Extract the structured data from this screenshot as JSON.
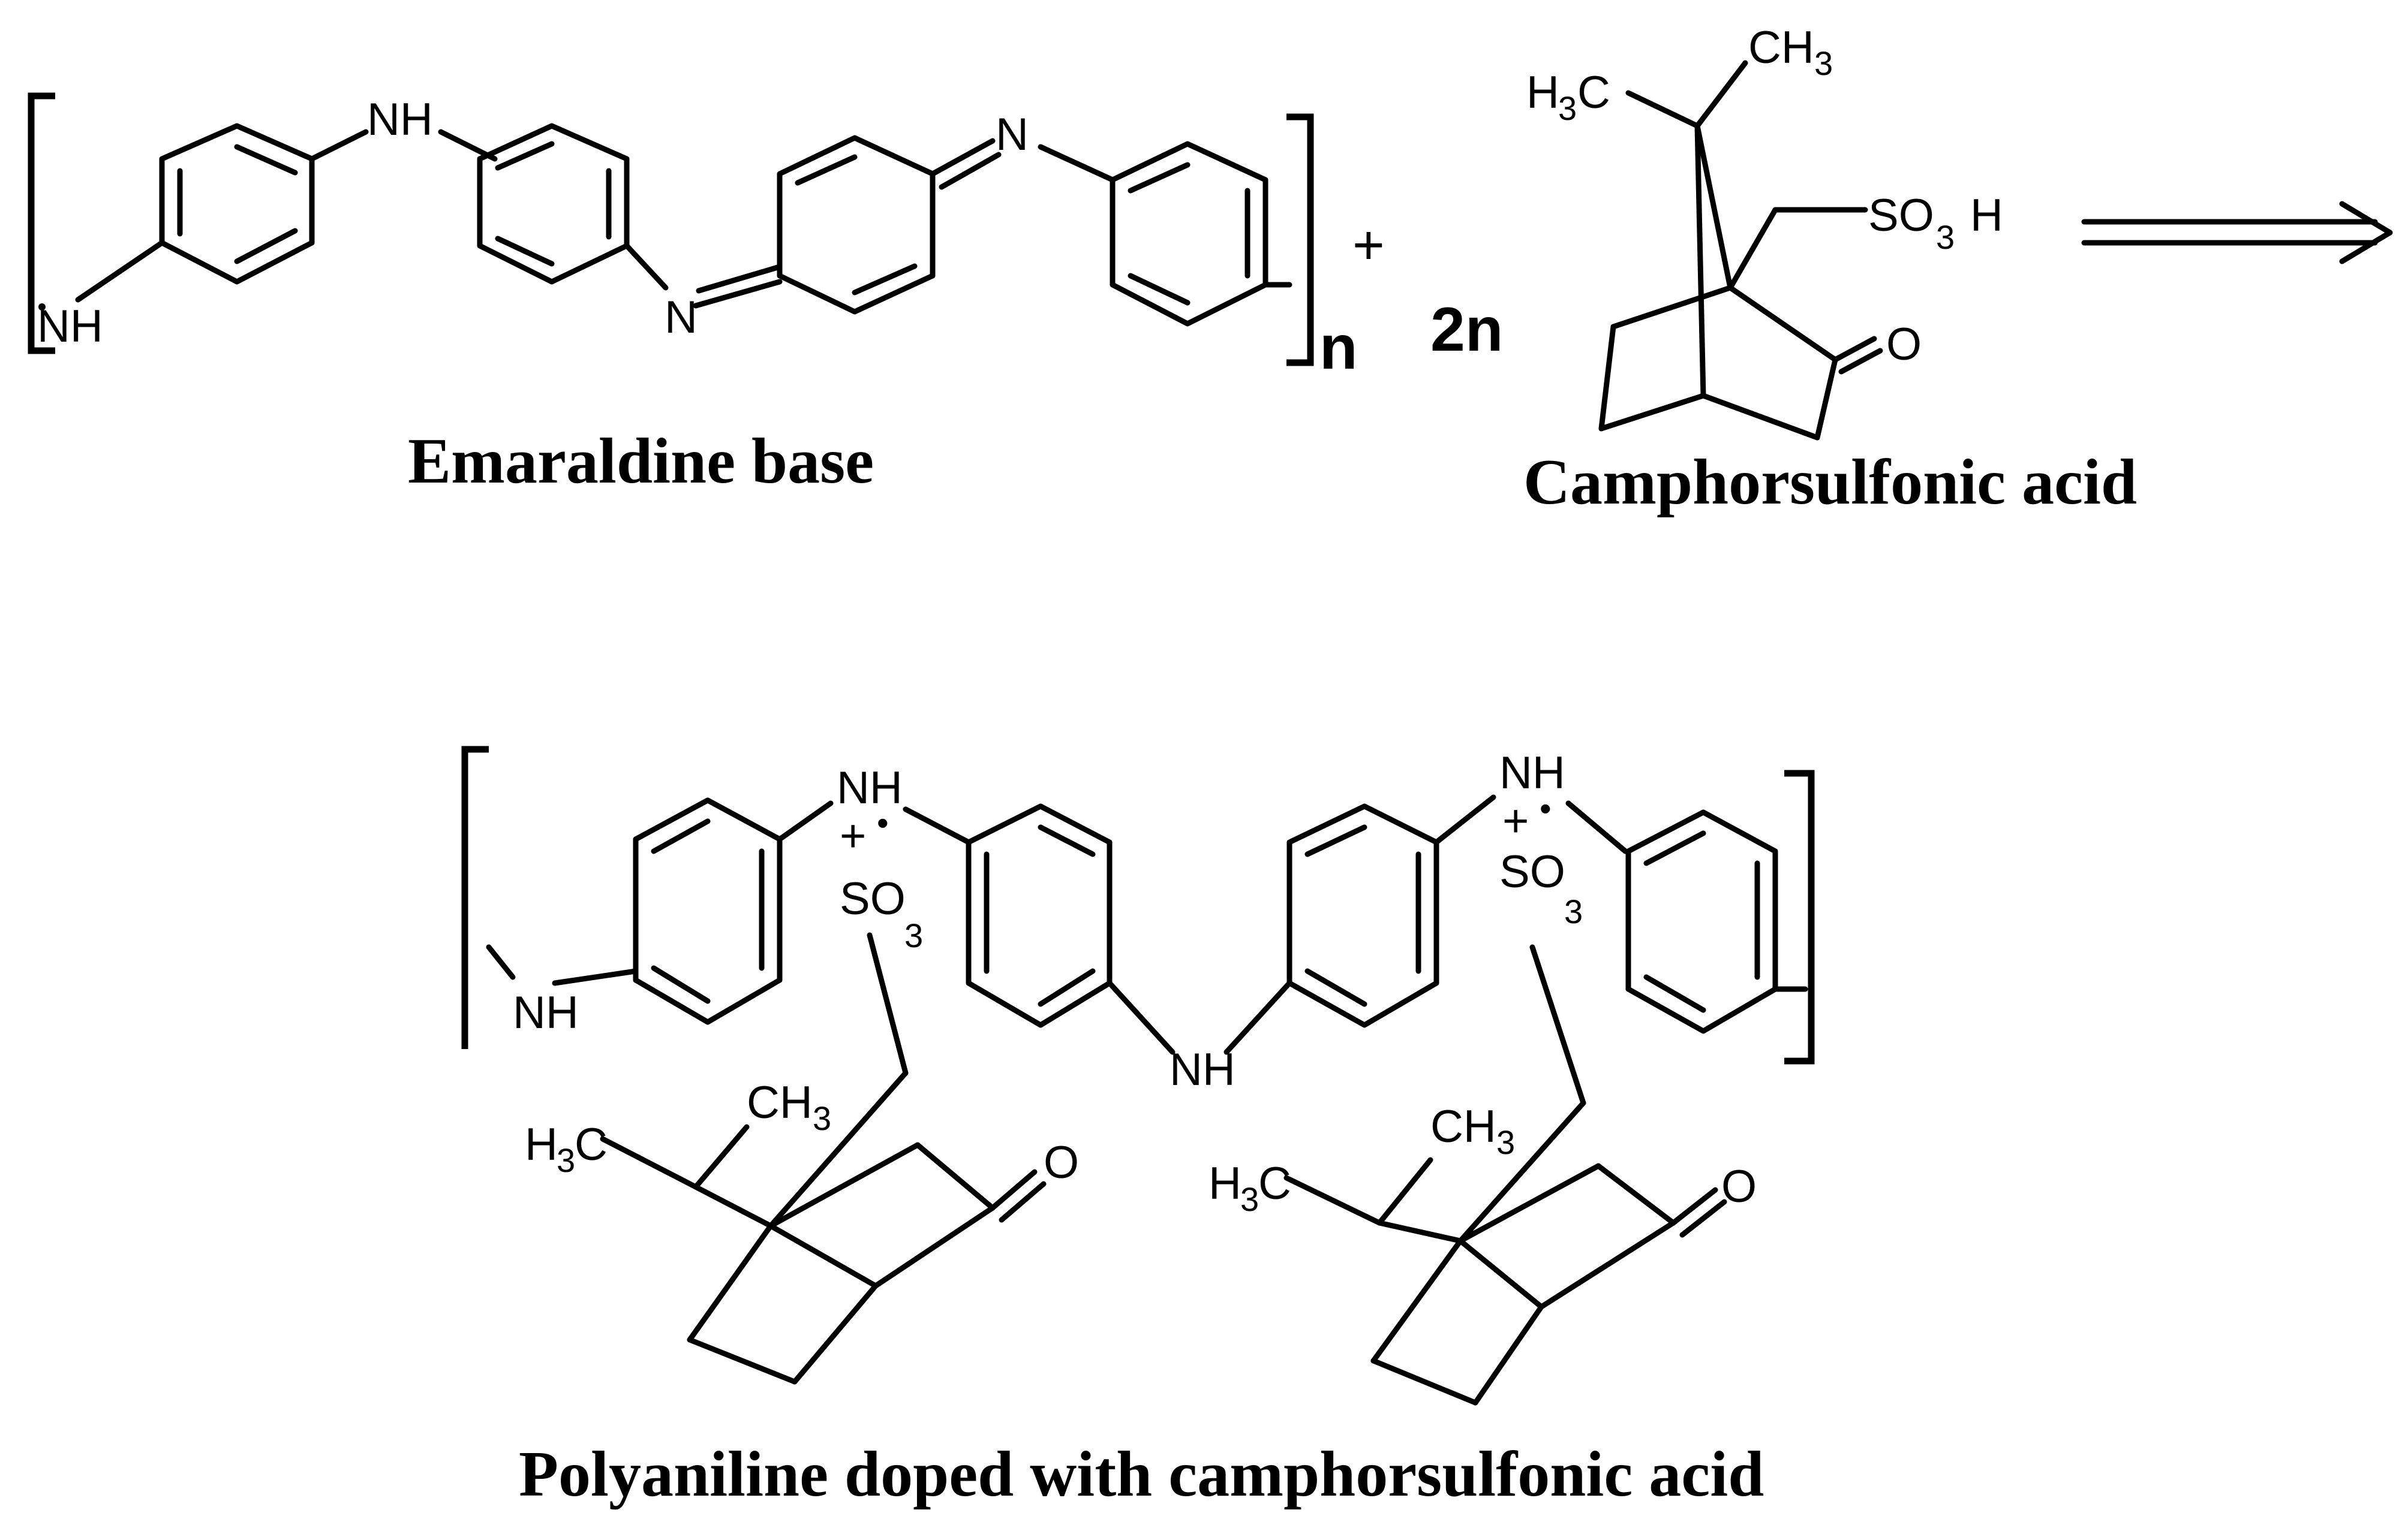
{
  "reactants": {
    "emeraldine": {
      "label": "Emaraldine base",
      "atoms": {
        "nh_terminal": "NH",
        "nh_bridge": "NH",
        "n_imine_1": "N",
        "n_imine_2": "N"
      },
      "repeat": "n"
    },
    "plus_sign": "+",
    "coefficient": "2n",
    "csa": {
      "label": "Camphorsulfonic acid",
      "methyl_left": "H",
      "methyl_left_sub": "3",
      "methyl_left_c": "C",
      "methyl_right": "CH",
      "methyl_right_sub": "3",
      "so3h_so": "SO",
      "so3h_sub": "3",
      "so3h_h": "H",
      "carbonyl_o": "O"
    }
  },
  "arrow": "⟹",
  "product": {
    "label": "Polyaniline doped with camphorsulfonic acid",
    "atoms": {
      "nh_terminal": "NH",
      "nh_plus_1": "NH",
      "plus_1": "+",
      "dot_1": "•",
      "nh_center": "NH",
      "nh_plus_2": "NH",
      "plus_2": "+",
      "dot_2": "•",
      "so3_1": "SO",
      "so3_1_sub": "3",
      "so3_2": "SO",
      "so3_2_sub": "3"
    },
    "counterion_1": {
      "methyl_left_h": "H",
      "methyl_left_sub": "3",
      "methyl_left_c": "C",
      "methyl_right": "CH",
      "methyl_right_sub": "3",
      "carbonyl_o": "O"
    },
    "counterion_2": {
      "methyl_left_h": "H",
      "methyl_left_sub": "3",
      "methyl_left_c": "C",
      "methyl_right": "CH",
      "methyl_right_sub": "3",
      "carbonyl_o": "O"
    }
  }
}
